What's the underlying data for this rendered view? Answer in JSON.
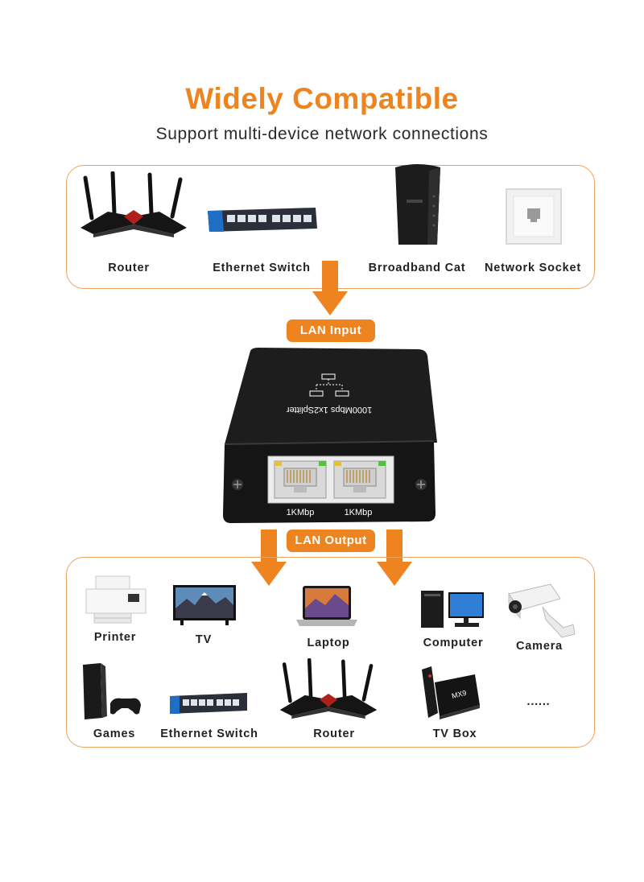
{
  "header": {
    "title": "Widely Compatible",
    "subtitle": "Support multi-device network connections"
  },
  "input_panel": {
    "items": [
      {
        "label": "Router",
        "icon": "router-icon"
      },
      {
        "label": "Ethernet Switch",
        "icon": "ethernet-switch-icon"
      },
      {
        "label": "Brroadband Cat",
        "icon": "broadband-modem-icon"
      },
      {
        "label": "Network Socket",
        "icon": "network-socket-icon"
      }
    ]
  },
  "lan_input_label": "LAN Input",
  "lan_output_label": "LAN Output",
  "splitter": {
    "top_text": "1000Mbps 1x2Splitter",
    "port_1_label": "1KMbp",
    "port_2_label": "1KMbp"
  },
  "output_panel": {
    "items": [
      {
        "label": "Printer",
        "icon": "printer-icon"
      },
      {
        "label": "TV",
        "icon": "tv-icon"
      },
      {
        "label": "Laptop",
        "icon": "laptop-icon"
      },
      {
        "label": "Computer",
        "icon": "computer-icon"
      },
      {
        "label": "Camera",
        "icon": "camera-icon"
      },
      {
        "label": "Games",
        "icon": "game-console-icon"
      },
      {
        "label": "Ethernet Switch",
        "icon": "ethernet-switch-icon"
      },
      {
        "label": "Router",
        "icon": "router-icon"
      },
      {
        "label": "TV Box",
        "icon": "tv-box-icon"
      },
      {
        "label": "......",
        "icon": ""
      }
    ]
  },
  "colors": {
    "accent": "#ee8420",
    "panel_border": "#f0a35e",
    "device_body": "#111111"
  }
}
